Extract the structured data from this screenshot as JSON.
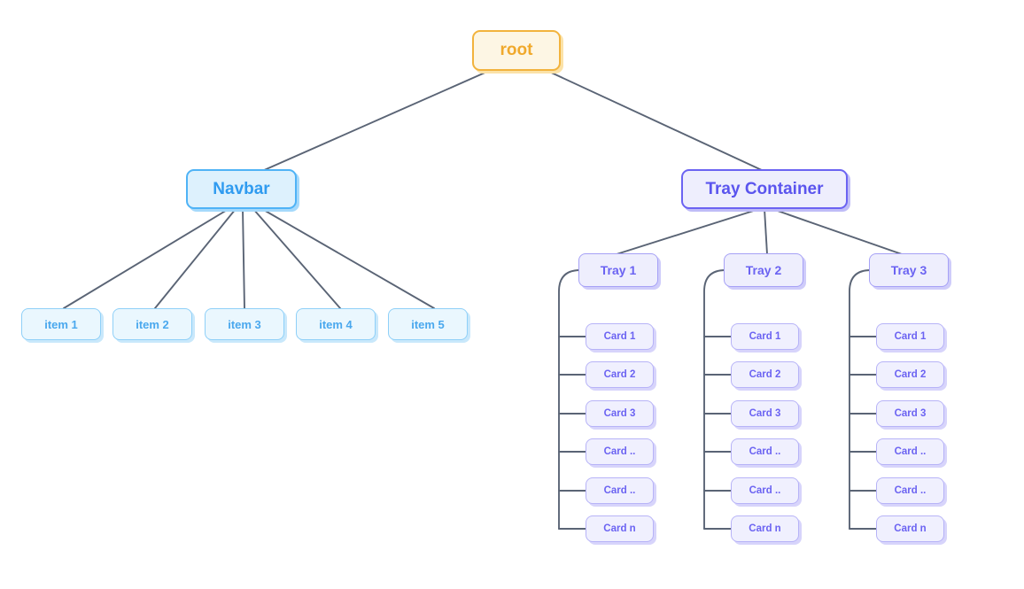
{
  "diagram": {
    "title": "Component hierarchy tree",
    "background": "#ffffff",
    "edge_color": "#5a6475",
    "palette": {
      "root_border": "#f2b33d",
      "root_fill": "#fdf6e4",
      "root_text": "#f0a92c",
      "navbar_border": "#4fb3f6",
      "navbar_fill": "#ddf1fd",
      "navbar_text": "#2f9bf0",
      "item_border": "#8fd0f8",
      "item_fill": "#eaf7fe",
      "item_text": "#4aa8ee",
      "tray_container_border": "#6b63f2",
      "tray_container_fill": "#eeeefd",
      "tray_container_text": "#5b55ee",
      "tray_border": "#a6a1f6",
      "tray_fill": "#eeeefd",
      "tray_text": "#6b63f2",
      "card_border": "#b7b3f7",
      "card_fill": "#f0f0fe",
      "card_text": "#6b63f2"
    },
    "root": {
      "label": "root"
    },
    "navbar": {
      "label": "Navbar"
    },
    "items": [
      {
        "label": "item 1"
      },
      {
        "label": "item 2"
      },
      {
        "label": "item 3"
      },
      {
        "label": "item 4"
      },
      {
        "label": "item 5"
      }
    ],
    "tray_container": {
      "label": "Tray Container"
    },
    "trays": [
      {
        "label": "Tray 1",
        "cards": [
          {
            "label": "Card 1"
          },
          {
            "label": "Card 2"
          },
          {
            "label": "Card 3"
          },
          {
            "label": "Card .."
          },
          {
            "label": "Card .."
          },
          {
            "label": "Card n"
          }
        ]
      },
      {
        "label": "Tray 2",
        "cards": [
          {
            "label": "Card 1"
          },
          {
            "label": "Card 2"
          },
          {
            "label": "Card 3"
          },
          {
            "label": "Card .."
          },
          {
            "label": "Card .."
          },
          {
            "label": "Card n"
          }
        ]
      },
      {
        "label": "Tray 3",
        "cards": [
          {
            "label": "Card 1"
          },
          {
            "label": "Card 2"
          },
          {
            "label": "Card 3"
          },
          {
            "label": "Card .."
          },
          {
            "label": "Card .."
          },
          {
            "label": "Card n"
          }
        ]
      }
    ]
  }
}
